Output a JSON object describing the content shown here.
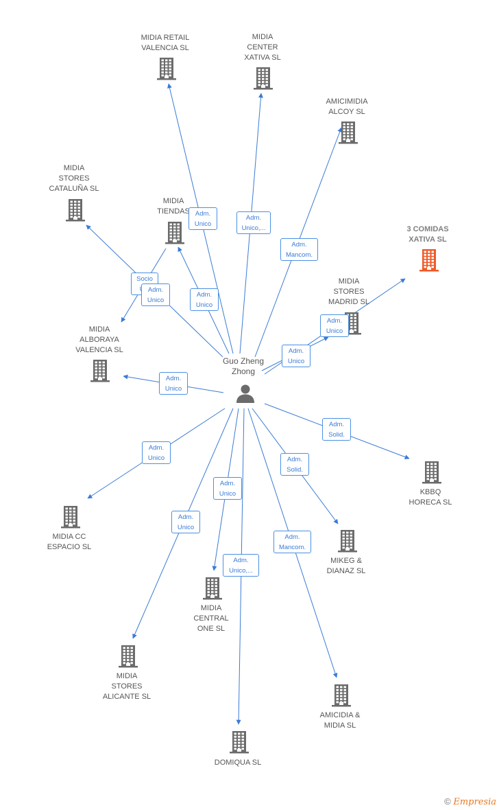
{
  "center": {
    "name": "Guo Zheng\nZhong"
  },
  "companies": [
    {
      "id": "retail_valencia",
      "name": "MIDIA RETAIL\nVALENCIA  SL"
    },
    {
      "id": "center_xativa",
      "name": "MIDIA\nCENTER\nXATIVA  SL"
    },
    {
      "id": "amicimidia",
      "name": "AMICIMIDIA\nALCOY  SL"
    },
    {
      "id": "stores_cataluna",
      "name": "MIDIA\nSTORES\nCATALUÑA  SL"
    },
    {
      "id": "tiendas",
      "name": "MIDIA\nTIENDAS"
    },
    {
      "id": "comidas_xativa",
      "name": "3 COMIDAS\nXATIVA  SL",
      "highlight": true,
      "color": "#f05a28"
    },
    {
      "id": "stores_madrid",
      "name": "MIDIA\nSTORES\nMADRID  SL"
    },
    {
      "id": "alboraya",
      "name": "MIDIA\nALBORAYA\nVALENCIA  SL"
    },
    {
      "id": "kbbq",
      "name": "KBBQ\nHORECA  SL"
    },
    {
      "id": "cc_espacio",
      "name": "MIDIA CC\nESPACIO  SL"
    },
    {
      "id": "mikeg",
      "name": "MIKEG &\nDIANAZ SL"
    },
    {
      "id": "central_one",
      "name": "MIDIA\nCENTRAL\nONE  SL"
    },
    {
      "id": "stores_alicante",
      "name": "MIDIA\nSTORES\nALICANTE  SL"
    },
    {
      "id": "amicidia",
      "name": "AMICIDIA &\nMIDIA  SL"
    },
    {
      "id": "domiqua",
      "name": "DOMIQUA SL"
    }
  ],
  "edges": [
    {
      "to": "retail_valencia",
      "label": "Adm.\nUnico"
    },
    {
      "to": "center_xativa",
      "label": "Adm.\nUnico,..."
    },
    {
      "to": "amicimidia",
      "label": "Adm.\nMancom."
    },
    {
      "to": "stores_cataluna",
      "label": "Socio\nÚ..."
    },
    {
      "to": "tiendas",
      "label": "Adm.\nUnico"
    },
    {
      "to": "alboraya_via_tiendas",
      "label": "Adm.\nUnico"
    },
    {
      "to": "comidas_xativa",
      "label": "Adm.\nUnico"
    },
    {
      "to": "stores_madrid",
      "label": "Adm.\nUnico"
    },
    {
      "to": "alboraya",
      "label": "Adm.\nUnico"
    },
    {
      "to": "kbbq",
      "label": "Adm.\nSolid."
    },
    {
      "to": "cc_espacio",
      "label": "Adm.\nUnico"
    },
    {
      "to": "mikeg",
      "label": "Adm.\nSolid."
    },
    {
      "to": "central_one",
      "label": "Adm.\nUnico"
    },
    {
      "to": "stores_alicante",
      "label": "Adm.\nUnico"
    },
    {
      "to": "amicidia",
      "label": "Adm.\nMancom."
    },
    {
      "to": "domiqua",
      "label": "Adm.\nUnico,..."
    }
  ],
  "colors": {
    "edge": "#3a7bd5",
    "building": "#6b6b6b",
    "highlight": "#f05a28",
    "person": "#6b6b6b"
  },
  "footer": {
    "copyright": "©",
    "brand": "Empresia"
  }
}
